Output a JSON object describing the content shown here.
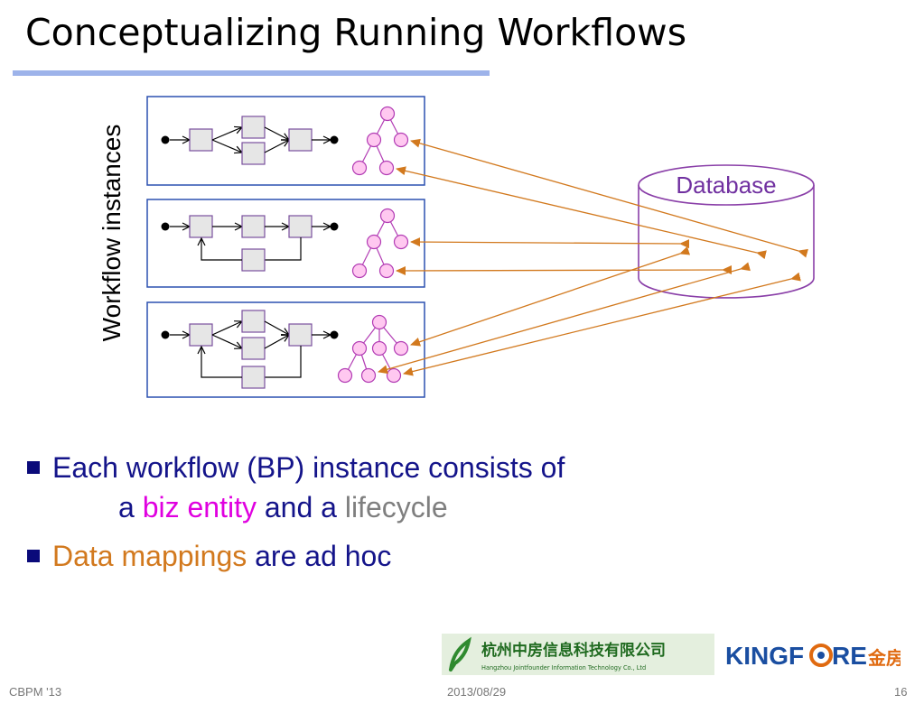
{
  "slide": {
    "title": "Conceptualizing Running Workflows",
    "footer": {
      "left": "CBPM '13",
      "center": "2013/08/29",
      "page": "16"
    }
  },
  "diagram": {
    "vertical_label": "Workflow instances",
    "database_label": "Database",
    "colors": {
      "instance_border": "#2b50b0",
      "task_fill": "#e6e6e6",
      "task_border": "#7a4f9e",
      "entity_node_fill": "#ffc8f0",
      "entity_node_border": "#b23cb4",
      "database_border": "#8a3fa8",
      "mapping_arrow": "#d2791e"
    }
  },
  "bullets": [
    {
      "marker": "square",
      "line1": "Each workflow (BP) instance consists of",
      "line2_prefix": "a",
      "line2_entity": "biz entity",
      "line2_and": "and a",
      "line2_lifecycle": "lifecycle"
    },
    {
      "marker": "square",
      "highlight": "Data mappings",
      "rest": "are ad hoc"
    }
  ],
  "logo": {
    "chinese_name": "杭州中房信息科技有限公司",
    "english_name": "Hangzhou Jointfounder Information Technology Co., Ltd",
    "brand_prefix": "KINGF",
    "brand_suffix": "RE",
    "brand_chinese": "金房"
  }
}
